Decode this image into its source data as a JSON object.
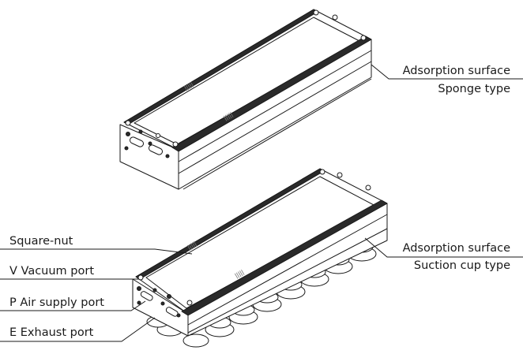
{
  "figure": {
    "top_unit": {
      "callout_line1": "Adsorption surface",
      "callout_line2": "Sponge type"
    },
    "bottom_unit": {
      "callout_line1": "Adsorption surface",
      "callout_line2": "Suction cup type"
    },
    "left_callouts": [
      {
        "label": "Square-nut"
      },
      {
        "label": "V Vacuum port"
      },
      {
        "label": "P Air supply port"
      },
      {
        "label": "E Exhaust port"
      }
    ],
    "colors": {
      "line": "#1a1a1a",
      "rail": "#2a2a2a",
      "body": "#ffffff"
    }
  }
}
